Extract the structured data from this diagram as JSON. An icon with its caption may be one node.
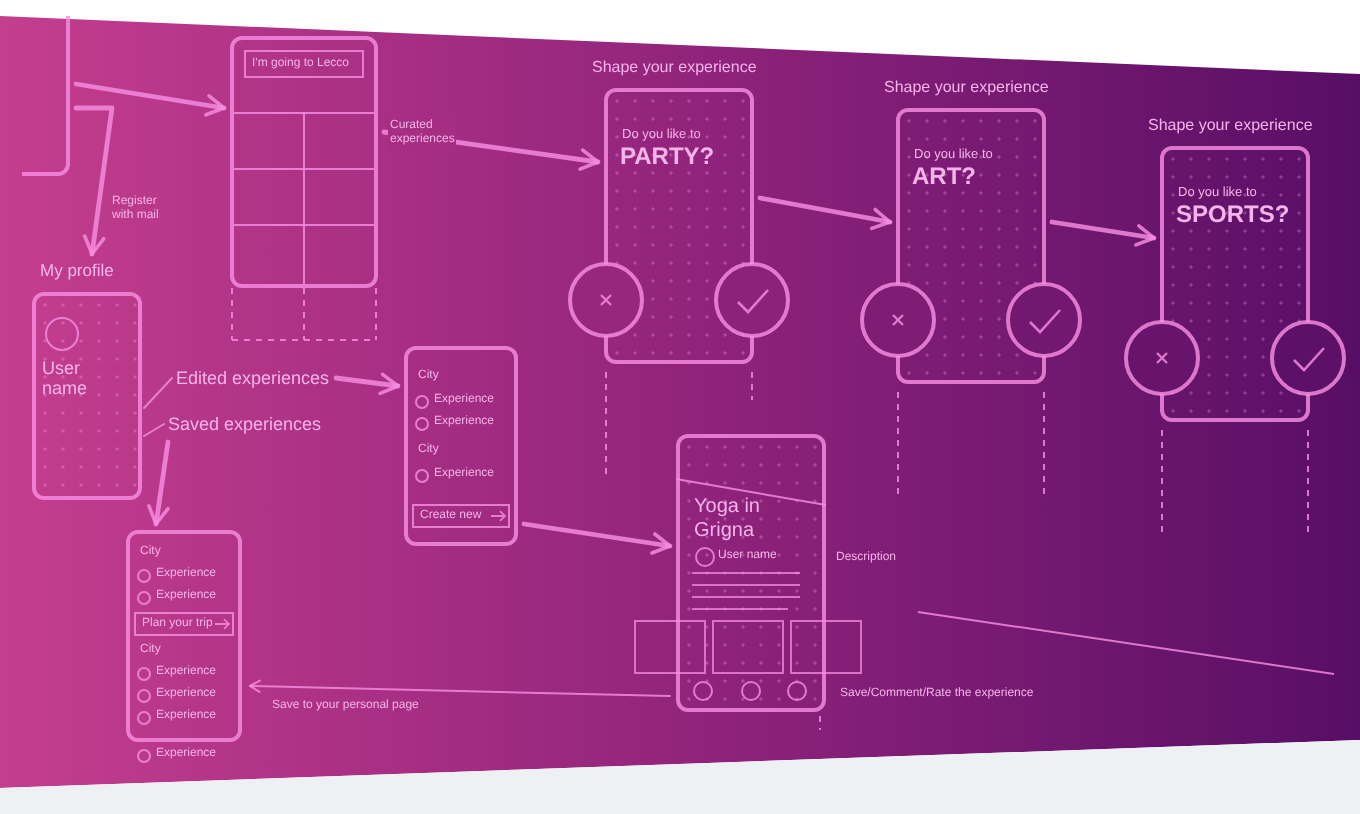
{
  "diagram": {
    "nodes": [
      {
        "text": [],
        "shape": "box"
      },
      {
        "text": [
          "I'm going to Lecco"
        ]
      },
      {
        "text": [
          "Shape your experience",
          "Do you like to",
          "PARTY?"
        ]
      },
      {
        "text": [
          "Shape your experience",
          "Do you like to",
          "ART?"
        ]
      },
      {
        "text": [
          "Shape your experience",
          "Do you like to",
          "SPORTS?"
        ]
      },
      {
        "text": [
          "My profile",
          "User name"
        ]
      },
      {
        "text": [
          "Edited experiences"
        ]
      },
      {
        "text": [
          "Saved experiences"
        ]
      },
      {
        "text": [
          "City",
          "Experience",
          "Experience",
          "City",
          "Experience",
          "Create new"
        ]
      },
      {
        "text": [
          "Yoga in Grigna",
          "User name"
        ],
        "beside": [
          "Description",
          "Save/Comment/Rate the experience"
        ]
      },
      {
        "text": [
          "City",
          "Experience",
          "Experience",
          "Plan your trip",
          "City",
          "Experience",
          "Experience",
          "Experience",
          "Experience"
        ]
      }
    ],
    "edges": [
      {
        "from": 0,
        "to": 1,
        "arrow": "to"
      },
      {
        "from": 0,
        "to": 5,
        "arrow": "to",
        "label": "Register with mail"
      },
      {
        "from": 1,
        "to": 2,
        "arrow": "to",
        "label": "Curated experiences"
      },
      {
        "from": 2,
        "to": 3,
        "arrow": "to"
      },
      {
        "from": 3,
        "to": 4,
        "arrow": "to"
      },
      {
        "from": 5,
        "to": 6,
        "arrow": "none"
      },
      {
        "from": 5,
        "to": 7,
        "arrow": "none"
      },
      {
        "from": 6,
        "to": 8,
        "arrow": "to"
      },
      {
        "from": 7,
        "to": 10,
        "arrow": "to"
      },
      {
        "from": 8,
        "to": 9,
        "arrow": "to"
      },
      {
        "from": 9,
        "to": 10,
        "arrow": "to",
        "label": "Save to your personal page"
      }
    ]
  }
}
